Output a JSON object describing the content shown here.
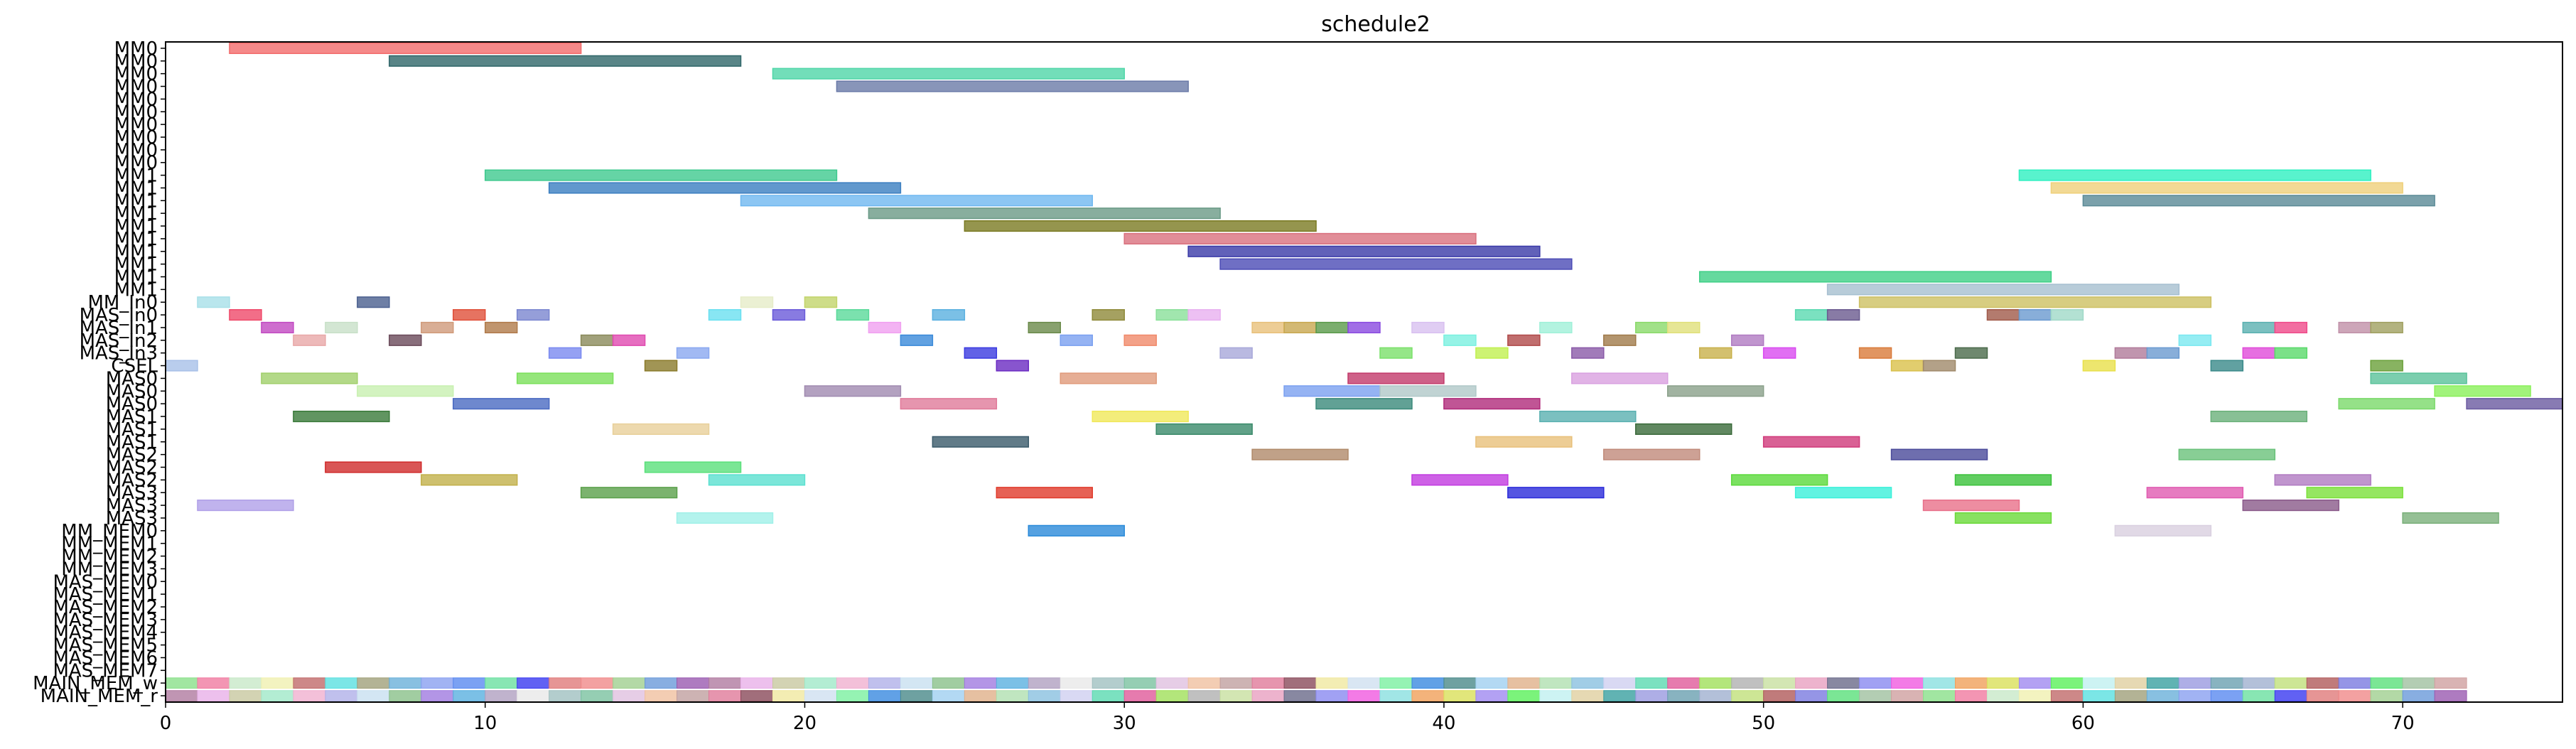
{
  "chart_data": {
    "type": "bar",
    "subtype": "gantt",
    "title": "schedule2",
    "xlabel": "",
    "ylabel": "",
    "xlim": [
      0,
      75
    ],
    "xticks": [
      0,
      10,
      20,
      30,
      40,
      50,
      60,
      70
    ],
    "grid": false,
    "rows": [
      "MM0",
      "MM0",
      "MM0",
      "MM0",
      "MM0",
      "MM0",
      "MM0",
      "MM0",
      "MM0",
      "MM0",
      "MM1",
      "MM1",
      "MM1",
      "MM1",
      "MM1",
      "MM1",
      "MM1",
      "MM1",
      "MM1",
      "MM1",
      "MM_In0",
      "MAS_In0",
      "MAS_In1",
      "MAS_In2",
      "MAS_In3",
      "CSEL",
      "MAS0",
      "MAS0",
      "MAS0",
      "MAS1",
      "MAS1",
      "MAS1",
      "MAS2",
      "MAS2",
      "MAS2",
      "MAS3",
      "MAS3",
      "MAS3",
      "MM_MEM0",
      "MM_MEM1",
      "MM_MEM2",
      "MM_MEM3",
      "MAS_MEM0",
      "MAS_MEM1",
      "MAS_MEM2",
      "MAS_MEM3",
      "MAS_MEM4",
      "MAS_MEM5",
      "MAS_MEM6",
      "MAS_MEM7",
      "MAIN_MEM_w",
      "MAIN_MEM_r"
    ],
    "palette": [
      "#f26b6b",
      "#2f6669",
      "#4fd6a8",
      "#6a7aa8",
      "#5bcf9a",
      "#3a7ec0",
      "#7ac2f0",
      "#7fa896",
      "#8f8a2e",
      "#e3808e",
      "#4b4bb5",
      "#3ecf86",
      "#a6bfd0",
      "#cdc062",
      "#5bf0cb",
      "#f0d072",
      "#5a8a96",
      "#e07a86",
      "#8fd96b",
      "#b07ac2",
      "#d99a5a",
      "#6bb0d9",
      "#c2d95a",
      "#9a5ab0",
      "#5ad9c2",
      "#e0b05a",
      "#5a9ae0",
      "#c25a8a",
      "#7ad97a",
      "#a07a5a"
    ],
    "tasks": [
      {
        "row": 0,
        "start": 2,
        "end": 13,
        "color": "#f26b6b"
      },
      {
        "row": 1,
        "start": 7,
        "end": 18,
        "color": "#2f6669"
      },
      {
        "row": 2,
        "start": 19,
        "end": 30,
        "color": "#4fd6a8"
      },
      {
        "row": 3,
        "start": 21,
        "end": 32,
        "color": "#6a7aa8"
      },
      {
        "row": 10,
        "start": 10,
        "end": 21,
        "color": "#3ec98e"
      },
      {
        "row": 10,
        "start": 58,
        "end": 69,
        "color": "#2ef0c0"
      },
      {
        "row": 11,
        "start": 12,
        "end": 23,
        "color": "#3a7ec0"
      },
      {
        "row": 11,
        "start": 59,
        "end": 70,
        "color": "#efd07a"
      },
      {
        "row": 12,
        "start": 18,
        "end": 29,
        "color": "#6fb8f0"
      },
      {
        "row": 12,
        "start": 60,
        "end": 71,
        "color": "#5a8a96"
      },
      {
        "row": 13,
        "start": 22,
        "end": 33,
        "color": "#6a9a86"
      },
      {
        "row": 14,
        "start": 25,
        "end": 36,
        "color": "#7a7a22"
      },
      {
        "row": 15,
        "start": 30,
        "end": 41,
        "color": "#d9707e"
      },
      {
        "row": 16,
        "start": 32,
        "end": 43,
        "color": "#3a3aa8"
      },
      {
        "row": 17,
        "start": 33,
        "end": 44,
        "color": "#4b4bb5"
      },
      {
        "row": 18,
        "start": 48,
        "end": 59,
        "color": "#3ecf86"
      },
      {
        "row": 19,
        "start": 52,
        "end": 63,
        "color": "#a6bfd0"
      },
      {
        "row": 20,
        "start": 53,
        "end": 64,
        "color": "#cdc062"
      },
      {
        "row": 20,
        "start": 1,
        "end": 2,
        "color": "#a8e0e8"
      },
      {
        "row": 20,
        "start": 6,
        "end": 7,
        "color": "#4a5f8f"
      },
      {
        "row": 20,
        "start": 18,
        "end": 19,
        "color": "#e6ecc8"
      },
      {
        "row": 20,
        "start": 20,
        "end": 21,
        "color": "#c2d46a"
      },
      {
        "row": 21,
        "start": 2,
        "end": 3,
        "color": "#ef4a6a"
      },
      {
        "row": 21,
        "start": 9,
        "end": 10,
        "color": "#e0503a"
      },
      {
        "row": 21,
        "start": 11,
        "end": 12,
        "color": "#7a86d0"
      },
      {
        "row": 21,
        "start": 17,
        "end": 18,
        "color": "#6ae0f0"
      },
      {
        "row": 21,
        "start": 19,
        "end": 20,
        "color": "#6a5ad9"
      },
      {
        "row": 21,
        "start": 21,
        "end": 22,
        "color": "#5ad99a"
      },
      {
        "row": 21,
        "start": 24,
        "end": 25,
        "color": "#5ab0e0"
      },
      {
        "row": 21,
        "start": 29,
        "end": 30,
        "color": "#8f8a3a"
      },
      {
        "row": 21,
        "start": 31,
        "end": 32,
        "color": "#8ae09a"
      },
      {
        "row": 21,
        "start": 32,
        "end": 33,
        "color": "#e8b0f0"
      },
      {
        "row": 21,
        "start": 51,
        "end": 52,
        "color": "#5ad9b0"
      },
      {
        "row": 21,
        "start": 52,
        "end": 53,
        "color": "#6a5a8f"
      },
      {
        "row": 21,
        "start": 57,
        "end": 58,
        "color": "#a05a4a"
      },
      {
        "row": 21,
        "start": 58,
        "end": 59,
        "color": "#6a9ad0"
      },
      {
        "row": 21,
        "start": 59,
        "end": 60,
        "color": "#a0d9c8"
      },
      {
        "row": 22,
        "start": 3,
        "end": 4,
        "color": "#c24ac2"
      },
      {
        "row": 22,
        "start": 5,
        "end": 6,
        "color": "#c8e0c8"
      },
      {
        "row": 22,
        "start": 8,
        "end": 9,
        "color": "#d09a7a"
      },
      {
        "row": 22,
        "start": 10,
        "end": 11,
        "color": "#b07a4a"
      },
      {
        "row": 22,
        "start": 22,
        "end": 23,
        "color": "#f0a0f0"
      },
      {
        "row": 22,
        "start": 27,
        "end": 28,
        "color": "#6a8a4a"
      },
      {
        "row": 22,
        "start": 34,
        "end": 35,
        "color": "#e8c07a"
      },
      {
        "row": 22,
        "start": 35,
        "end": 36,
        "color": "#c8a850"
      },
      {
        "row": 22,
        "start": 36,
        "end": 37,
        "color": "#5a9a4a"
      },
      {
        "row": 22,
        "start": 37,
        "end": 38,
        "color": "#8a4ae0"
      },
      {
        "row": 22,
        "start": 39,
        "end": 40,
        "color": "#d8c0f0"
      },
      {
        "row": 22,
        "start": 43,
        "end": 44,
        "color": "#a0f0d8"
      },
      {
        "row": 22,
        "start": 46,
        "end": 47,
        "color": "#8ad96a"
      },
      {
        "row": 22,
        "start": 47,
        "end": 48,
        "color": "#e0e07a"
      },
      {
        "row": 22,
        "start": 65,
        "end": 66,
        "color": "#5ab0b0"
      },
      {
        "row": 22,
        "start": 66,
        "end": 67,
        "color": "#ef4a8a"
      },
      {
        "row": 22,
        "start": 68,
        "end": 69,
        "color": "#c090a8"
      },
      {
        "row": 22,
        "start": 69,
        "end": 70,
        "color": "#a0a060"
      },
      {
        "row": 23,
        "start": 4,
        "end": 5,
        "color": "#e8a8a8"
      },
      {
        "row": 23,
        "start": 7,
        "end": 8,
        "color": "#6a4a5a"
      },
      {
        "row": 23,
        "start": 13,
        "end": 14,
        "color": "#8a8a5a"
      },
      {
        "row": 23,
        "start": 14,
        "end": 15,
        "color": "#e04ab0"
      },
      {
        "row": 23,
        "start": 23,
        "end": 24,
        "color": "#3a8ad9"
      },
      {
        "row": 23,
        "start": 28,
        "end": 29,
        "color": "#7aa0f0"
      },
      {
        "row": 23,
        "start": 30,
        "end": 31,
        "color": "#f08a6a"
      },
      {
        "row": 23,
        "start": 40,
        "end": 41,
        "color": "#7af0e0"
      },
      {
        "row": 23,
        "start": 42,
        "end": 43,
        "color": "#b04a4a"
      },
      {
        "row": 23,
        "start": 45,
        "end": 46,
        "color": "#a07a4a"
      },
      {
        "row": 23,
        "start": 49,
        "end": 50,
        "color": "#b07ac2"
      },
      {
        "row": 23,
        "start": 63,
        "end": 64,
        "color": "#7ae8f0"
      },
      {
        "row": 24,
        "start": 12,
        "end": 13,
        "color": "#7a8af0"
      },
      {
        "row": 24,
        "start": 16,
        "end": 17,
        "color": "#8aa8f0"
      },
      {
        "row": 24,
        "start": 25,
        "end": 26,
        "color": "#3a3ae0"
      },
      {
        "row": 24,
        "start": 33,
        "end": 34,
        "color": "#a8a8d9"
      },
      {
        "row": 24,
        "start": 38,
        "end": 39,
        "color": "#7ae06a"
      },
      {
        "row": 24,
        "start": 41,
        "end": 42,
        "color": "#c0f050"
      },
      {
        "row": 24,
        "start": 44,
        "end": 45,
        "color": "#8a5aa8"
      },
      {
        "row": 24,
        "start": 48,
        "end": 49,
        "color": "#c8b04a"
      },
      {
        "row": 24,
        "start": 50,
        "end": 51,
        "color": "#d94af0"
      },
      {
        "row": 24,
        "start": 53,
        "end": 54,
        "color": "#d97a3a"
      },
      {
        "row": 24,
        "start": 56,
        "end": 57,
        "color": "#4a6a4a"
      },
      {
        "row": 24,
        "start": 61,
        "end": 62,
        "color": "#b07a9a"
      },
      {
        "row": 24,
        "start": 62,
        "end": 63,
        "color": "#6a9ad0"
      },
      {
        "row": 24,
        "start": 65,
        "end": 66,
        "color": "#e04ad9"
      },
      {
        "row": 24,
        "start": 66,
        "end": 67,
        "color": "#5ad96a"
      },
      {
        "row": 25,
        "start": 0,
        "end": 1,
        "color": "#a8c0e8"
      },
      {
        "row": 25,
        "start": 15,
        "end": 16,
        "color": "#8a7a2a"
      },
      {
        "row": 25,
        "start": 26,
        "end": 27,
        "color": "#6a2ac2"
      },
      {
        "row": 25,
        "start": 54,
        "end": 55,
        "color": "#d9c04a"
      },
      {
        "row": 25,
        "start": 55,
        "end": 56,
        "color": "#a08a6a"
      },
      {
        "row": 25,
        "start": 60,
        "end": 61,
        "color": "#e8e04a"
      },
      {
        "row": 25,
        "start": 64,
        "end": 65,
        "color": "#3a8a8a"
      },
      {
        "row": 25,
        "start": 69,
        "end": 70,
        "color": "#6aa03a"
      },
      {
        "row": 26,
        "start": 3,
        "end": 6,
        "color": "#a0cf6a"
      },
      {
        "row": 26,
        "start": 11,
        "end": 14,
        "color": "#7ae05a"
      },
      {
        "row": 26,
        "start": 28,
        "end": 31,
        "color": "#e09a7a"
      },
      {
        "row": 26,
        "start": 37,
        "end": 40,
        "color": "#c23a6a"
      },
      {
        "row": 26,
        "start": 44,
        "end": 47,
        "color": "#d9a0e0"
      },
      {
        "row": 26,
        "start": 69,
        "end": 72,
        "color": "#5ac29a"
      },
      {
        "row": 27,
        "start": 6,
        "end": 9,
        "color": "#c8f0b0"
      },
      {
        "row": 27,
        "start": 20,
        "end": 23,
        "color": "#a08ab0"
      },
      {
        "row": 27,
        "start": 35,
        "end": 38,
        "color": "#7aa0f0"
      },
      {
        "row": 27,
        "start": 38,
        "end": 41,
        "color": "#b0c8c8"
      },
      {
        "row": 27,
        "start": 47,
        "end": 50,
        "color": "#8aa08a"
      },
      {
        "row": 27,
        "start": 71,
        "end": 74,
        "color": "#8af05a"
      },
      {
        "row": 28,
        "start": 9,
        "end": 12,
        "color": "#4a6ac2"
      },
      {
        "row": 28,
        "start": 23,
        "end": 26,
        "color": "#e07a9a"
      },
      {
        "row": 28,
        "start": 36,
        "end": 39,
        "color": "#3a8a7a"
      },
      {
        "row": 28,
        "start": 40,
        "end": 43,
        "color": "#b02a7a"
      },
      {
        "row": 28,
        "start": 68,
        "end": 71,
        "color": "#7ad96a"
      },
      {
        "row": 28,
        "start": 72,
        "end": 75,
        "color": "#6a5aa0"
      },
      {
        "row": 29,
        "start": 4,
        "end": 7,
        "color": "#3a7a3a"
      },
      {
        "row": 29,
        "start": 29,
        "end": 32,
        "color": "#f0e85a"
      },
      {
        "row": 29,
        "start": 43,
        "end": 46,
        "color": "#5ab0b0"
      },
      {
        "row": 29,
        "start": 64,
        "end": 67,
        "color": "#6ab07a"
      },
      {
        "row": 30,
        "start": 14,
        "end": 17,
        "color": "#e8d09a"
      },
      {
        "row": 30,
        "start": 31,
        "end": 34,
        "color": "#3a8a6a"
      },
      {
        "row": 30,
        "start": 46,
        "end": 49,
        "color": "#3a6a3a"
      },
      {
        "row": 31,
        "start": 24,
        "end": 27,
        "color": "#3a5a6a"
      },
      {
        "row": 31,
        "start": 41,
        "end": 44,
        "color": "#e8c07a"
      },
      {
        "row": 31,
        "start": 50,
        "end": 53,
        "color": "#d03a7a"
      },
      {
        "row": 32,
        "start": 34,
        "end": 37,
        "color": "#b08a6a"
      },
      {
        "row": 32,
        "start": 45,
        "end": 48,
        "color": "#c08a7a"
      },
      {
        "row": 32,
        "start": 54,
        "end": 57,
        "color": "#4a4a9a"
      },
      {
        "row": 32,
        "start": 63,
        "end": 66,
        "color": "#6ac27a"
      },
      {
        "row": 33,
        "start": 5,
        "end": 8,
        "color": "#d02a2a"
      },
      {
        "row": 33,
        "start": 15,
        "end": 18,
        "color": "#5ae07a"
      },
      {
        "row": 34,
        "start": 8,
        "end": 11,
        "color": "#c2b04a"
      },
      {
        "row": 34,
        "start": 17,
        "end": 20,
        "color": "#5ae0d0"
      },
      {
        "row": 34,
        "start": 39,
        "end": 42,
        "color": "#c23ae0"
      },
      {
        "row": 34,
        "start": 49,
        "end": 52,
        "color": "#5ad93a"
      },
      {
        "row": 34,
        "start": 56,
        "end": 59,
        "color": "#3ac23a"
      },
      {
        "row": 34,
        "start": 66,
        "end": 69,
        "color": "#b07ac2"
      },
      {
        "row": 35,
        "start": 13,
        "end": 16,
        "color": "#5aa04a"
      },
      {
        "row": 35,
        "start": 26,
        "end": 29,
        "color": "#e03a2a"
      },
      {
        "row": 35,
        "start": 42,
        "end": 45,
        "color": "#2a2ad9"
      },
      {
        "row": 35,
        "start": 51,
        "end": 54,
        "color": "#3af0d9"
      },
      {
        "row": 35,
        "start": 62,
        "end": 65,
        "color": "#e05ab0"
      },
      {
        "row": 35,
        "start": 67,
        "end": 70,
        "color": "#7ae03a"
      },
      {
        "row": 36,
        "start": 1,
        "end": 4,
        "color": "#b0a0e8"
      },
      {
        "row": 36,
        "start": 55,
        "end": 58,
        "color": "#e8708a"
      },
      {
        "row": 36,
        "start": 65,
        "end": 68,
        "color": "#8a5a8a"
      },
      {
        "row": 37,
        "start": 16,
        "end": 19,
        "color": "#a0f0e8"
      },
      {
        "row": 37,
        "start": 56,
        "end": 59,
        "color": "#6ad93a"
      },
      {
        "row": 37,
        "start": 70,
        "end": 73,
        "color": "#7ab07a"
      },
      {
        "row": 38,
        "start": 27,
        "end": 30,
        "color": "#2a8ad9"
      },
      {
        "row": 38,
        "start": 61,
        "end": 64,
        "color": "#d9d0e0"
      }
    ],
    "mem_colors": [
      "#8ae08a",
      "#f07aa0",
      "#c8e8c8",
      "#f0f0b0",
      "#c06a6a",
      "#5ae0e0",
      "#a0a07a",
      "#6ab0d9",
      "#8aa0f0",
      "#5a8af0",
      "#6ae0a0",
      "#3a3af0",
      "#e07a7a",
      "#f08a8a",
      "#a0d090",
      "#6a9ad9",
      "#9a5ab0",
      "#b07aa0",
      "#e8b0e8",
      "#c8c8a0",
      "#a0e8c8",
      "#f0b0d0",
      "#b0b0e8",
      "#c8e0f0",
      "#8ac08a",
      "#a07ae0",
      "#5ab0e0",
      "#b0a0c0",
      "#e8e8e8",
      "#a0c0c0",
      "#7ac2a0",
      "#e0c0e0",
      "#f0c0a0",
      "#c0a0a0",
      "#e07a9a",
      "#8a4a5a",
      "#f0e8a0",
      "#d0e0f0",
      "#7af0a0",
      "#3a8ae0",
      "#4a8a8a",
      "#a0d0f0",
      "#e0b08a",
      "#b0e0b0",
      "#8ac0e0",
      "#d0d0f0",
      "#5ad9b0",
      "#e05a9a",
      "#a0e05a",
      "#b0b0b0",
      "#c8e0a0",
      "#e8a0c0",
      "#6a6a8a",
      "#8a8af0",
      "#f05ae0",
      "#8ae0e0",
      "#f0a05a",
      "#d9e05a",
      "#a08af0",
      "#5af05a",
      "#c0f0f0",
      "#e0d0a0",
      "#3aa0a0",
      "#9a9ae0",
      "#6aa0b0",
      "#a0b0d0",
      "#c0e07a",
      "#b05a5a",
      "#7a7ae0",
      "#5ae07a",
      "#a0c0a0",
      "#d0a0a0"
    ]
  }
}
